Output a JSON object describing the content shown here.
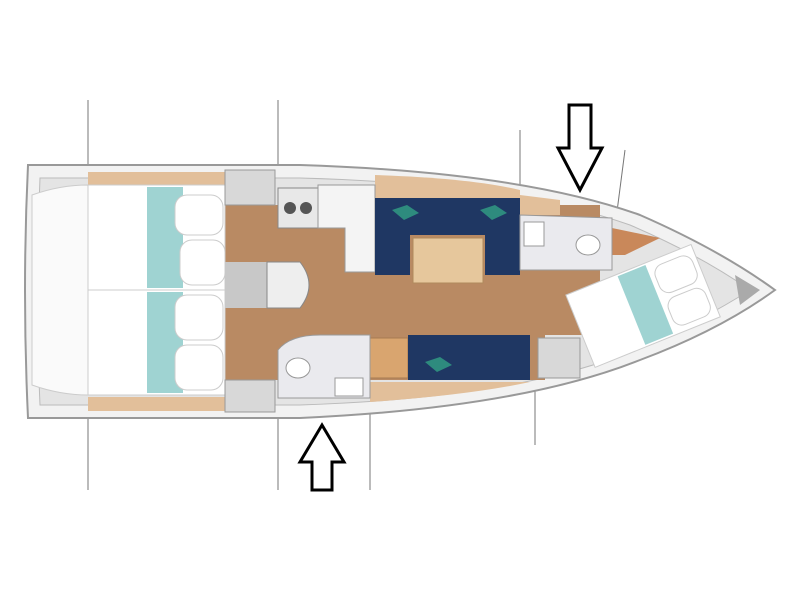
{
  "diagram": {
    "subject": "yacht-deck-plan",
    "colors": {
      "hull_outline": "#9a9a9a",
      "deck": "#eeeeee",
      "wood_floor": "#b98a63",
      "wood_furniture": "#e2bf9a",
      "bed": "#ffffff",
      "bed_accent": "#9fd3d2",
      "upholstery": "#1f3763",
      "table": "#e6c79c",
      "head": "#e9e9ec",
      "arrow": "#000000"
    },
    "arrows": [
      {
        "direction": "down",
        "meaning": "entry-marker"
      },
      {
        "direction": "up",
        "meaning": "entry-marker"
      }
    ]
  }
}
